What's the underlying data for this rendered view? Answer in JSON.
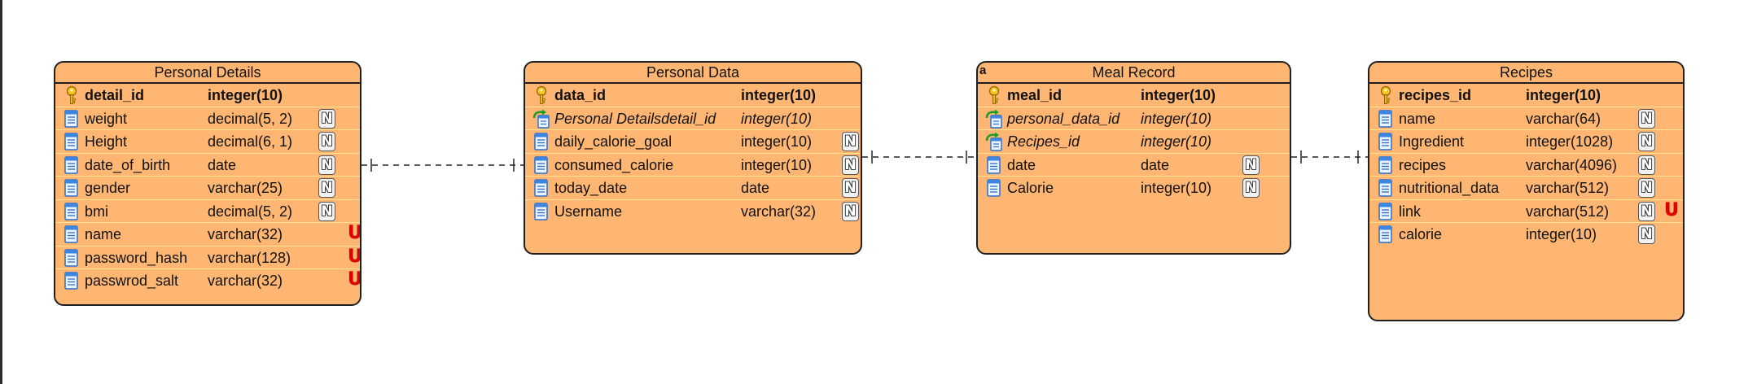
{
  "entities": [
    {
      "title": "Personal Details",
      "flag": "",
      "columns": [
        {
          "kind": "pk",
          "name": "detail_id",
          "type": "integer(10)",
          "nullable": false,
          "unique": false
        },
        {
          "kind": "col",
          "name": "weight",
          "type": "decimal(5, 2)",
          "nullable": true,
          "unique": false
        },
        {
          "kind": "col",
          "name": "Height",
          "type": "decimal(6, 1)",
          "nullable": true,
          "unique": false
        },
        {
          "kind": "col",
          "name": "date_of_birth",
          "type": "date",
          "nullable": true,
          "unique": false
        },
        {
          "kind": "col",
          "name": "gender",
          "type": "varchar(25)",
          "nullable": true,
          "unique": false
        },
        {
          "kind": "col",
          "name": "bmi",
          "type": "decimal(5, 2)",
          "nullable": true,
          "unique": false
        },
        {
          "kind": "col",
          "name": "name",
          "type": "varchar(32)",
          "nullable": false,
          "unique": true
        },
        {
          "kind": "col",
          "name": "password_hash",
          "type": "varchar(128)",
          "nullable": false,
          "unique": true
        },
        {
          "kind": "col",
          "name": "passwrod_salt",
          "type": "varchar(32)",
          "nullable": false,
          "unique": true
        }
      ]
    },
    {
      "title": "Personal Data",
      "flag": "",
      "columns": [
        {
          "kind": "pk",
          "name": "data_id",
          "type": "integer(10)",
          "nullable": false,
          "unique": false
        },
        {
          "kind": "fk",
          "name": "Personal Detailsdetail_id",
          "type": "integer(10)",
          "nullable": false,
          "unique": false
        },
        {
          "kind": "col",
          "name": "daily_calorie_goal",
          "type": "integer(10)",
          "nullable": true,
          "unique": false
        },
        {
          "kind": "col",
          "name": "consumed_calorie",
          "type": "integer(10)",
          "nullable": true,
          "unique": false
        },
        {
          "kind": "col",
          "name": "today_date",
          "type": "date",
          "nullable": true,
          "unique": false
        },
        {
          "kind": "col",
          "name": "Username",
          "type": "varchar(32)",
          "nullable": true,
          "unique": false
        }
      ]
    },
    {
      "title": "Meal Record",
      "flag": "a",
      "columns": [
        {
          "kind": "pk",
          "name": "meal_id",
          "type": "integer(10)",
          "nullable": false,
          "unique": false
        },
        {
          "kind": "fk",
          "name": "personal_data_id",
          "type": "integer(10)",
          "nullable": false,
          "unique": false
        },
        {
          "kind": "fk",
          "name": "Recipes_id",
          "type": "integer(10)",
          "nullable": false,
          "unique": false
        },
        {
          "kind": "col",
          "name": "date",
          "type": "date",
          "nullable": true,
          "unique": false
        },
        {
          "kind": "col",
          "name": "Calorie",
          "type": "integer(10)",
          "nullable": true,
          "unique": false
        }
      ]
    },
    {
      "title": "Recipes",
      "flag": "",
      "columns": [
        {
          "kind": "pk",
          "name": "recipes_id",
          "type": "integer(10)",
          "nullable": false,
          "unique": false
        },
        {
          "kind": "col",
          "name": "name",
          "type": "varchar(64)",
          "nullable": true,
          "unique": false
        },
        {
          "kind": "col",
          "name": "Ingredient",
          "type": "integer(1028)",
          "nullable": true,
          "unique": false
        },
        {
          "kind": "col",
          "name": "recipes",
          "type": "varchar(4096)",
          "nullable": true,
          "unique": false
        },
        {
          "kind": "col",
          "name": "nutritional_data",
          "type": "varchar(512)",
          "nullable": true,
          "unique": false
        },
        {
          "kind": "col",
          "name": "link",
          "type": "varchar(512)",
          "nullable": true,
          "unique": true
        },
        {
          "kind": "col",
          "name": "calorie",
          "type": "integer(10)",
          "nullable": true,
          "unique": false
        }
      ]
    }
  ],
  "badges": {
    "nullable": "N",
    "unique": "U"
  },
  "colors": {
    "entity_fill": "#ffb673",
    "row_divider": "#fde38e",
    "unique_badge": "#e10000"
  }
}
